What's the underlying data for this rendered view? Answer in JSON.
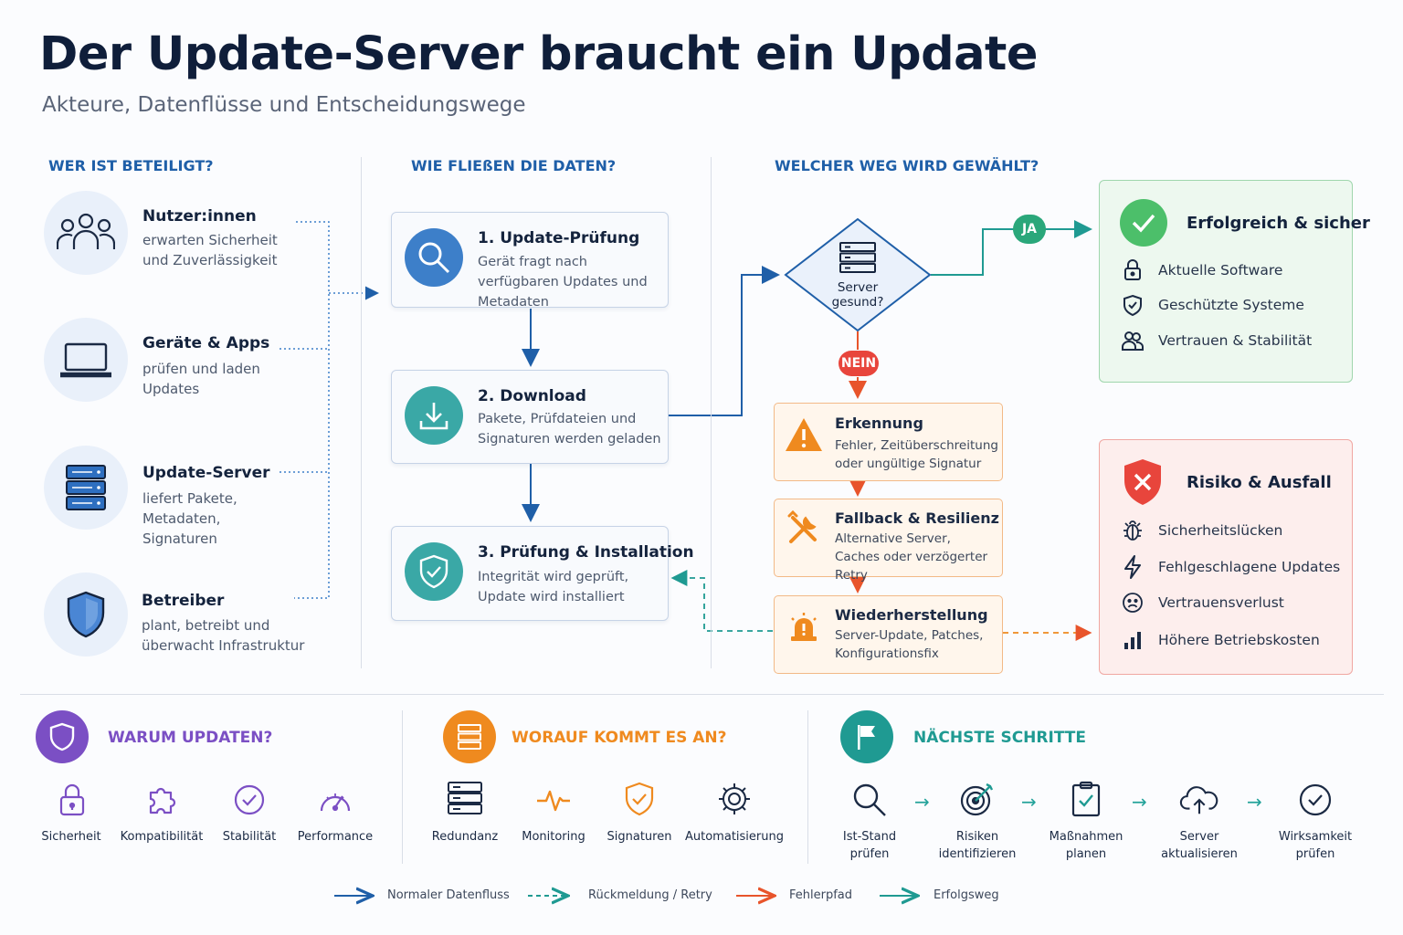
{
  "header": {
    "title": "Der Update-Server braucht ein Update",
    "subtitle": "Akteure, Datenflüsse und Entscheidungswege"
  },
  "columns": {
    "actors_heading": "WER IST BETEILIGT?",
    "flow_heading": "WIE FLIEßEN DIE DATEN?",
    "decision_heading": "WELCHER WEG WIRD GEWÄHLT?"
  },
  "actors": [
    {
      "name": "Nutzer:innen",
      "desc": "erwarten Sicherheit und Zuverlässigkeit",
      "icon": "users-icon"
    },
    {
      "name": "Geräte & Apps",
      "desc": "prüfen und laden Updates",
      "icon": "laptop-icon"
    },
    {
      "name": "Update-Server",
      "desc": "liefert Pakete, Metadaten, Signaturen",
      "icon": "server-icon"
    },
    {
      "name": "Betreiber",
      "desc": "plant, betreibt und überwacht Infrastruktur",
      "icon": "shield-icon"
    }
  ],
  "flow_steps": [
    {
      "title": "1. Update-Prüfung",
      "desc": "Gerät fragt nach verfügbaren Updates und Metadaten",
      "icon": "search-icon",
      "color": "#3d7fc9"
    },
    {
      "title": "2. Download",
      "desc": "Pakete, Prüfdateien und Signaturen werden geladen",
      "icon": "download-icon",
      "color": "#3aa8a6"
    },
    {
      "title": "3. Prüfung & Installation",
      "desc": "Integrität wird geprüft, Update wird installiert",
      "icon": "shield-check-icon",
      "color": "#3aa8a6"
    }
  ],
  "decision": {
    "question": "Server gesund?",
    "yes_label": "JA",
    "no_label": "NEIN"
  },
  "error_steps": [
    {
      "title": "Erkennung",
      "desc": "Fehler, Zeitüberschreitung oder ungültige Signatur",
      "icon": "warning-icon"
    },
    {
      "title": "Fallback & Resilienz",
      "desc": "Alternative Server, Caches oder verzögerter Retry",
      "icon": "tools-icon"
    },
    {
      "title": "Wiederherstellung",
      "desc": "Server-Update, Patches, Konfigurationsfix",
      "icon": "alarm-icon"
    }
  ],
  "success_panel": {
    "title": "Erfolgreich & sicher",
    "items": [
      {
        "label": "Aktuelle Software",
        "icon": "lock-icon"
      },
      {
        "label": "Geschützte Systeme",
        "icon": "shield-check-icon"
      },
      {
        "label": "Vertrauen & Stabilität",
        "icon": "people-icon"
      }
    ]
  },
  "risk_panel": {
    "title": "Risiko & Ausfall",
    "items": [
      {
        "label": "Sicherheitslücken",
        "icon": "bug-icon"
      },
      {
        "label": "Fehlgeschlagene Updates",
        "icon": "lightning-icon"
      },
      {
        "label": "Vertrauensverlust",
        "icon": "sad-face-icon"
      },
      {
        "label": "Höhere Betriebskosten",
        "icon": "bar-chart-icon"
      }
    ]
  },
  "bottom": {
    "why": {
      "title": "WARUM UPDATEN?",
      "color": "#7b4fc4",
      "items": [
        {
          "label": "Sicherheit",
          "icon": "lock-icon"
        },
        {
          "label": "Kompatibilität",
          "icon": "puzzle-icon"
        },
        {
          "label": "Stabilität",
          "icon": "check-circle-icon"
        },
        {
          "label": "Performance",
          "icon": "gauge-icon"
        }
      ]
    },
    "what": {
      "title": "WORAUF KOMMT ES AN?",
      "color": "#ef8a1f",
      "items": [
        {
          "label": "Redundanz",
          "icon": "server-stack-icon"
        },
        {
          "label": "Monitoring",
          "icon": "pulse-icon"
        },
        {
          "label": "Signaturen",
          "icon": "shield-check-icon"
        },
        {
          "label": "Automatisierung",
          "icon": "gear-icon"
        }
      ]
    },
    "next": {
      "title": "NÄCHSTE SCHRITTE",
      "color": "#1f9a92",
      "items": [
        {
          "label": "Ist-Stand prüfen",
          "line1": "Ist-Stand",
          "line2": "prüfen",
          "icon": "search-icon"
        },
        {
          "label": "Risiken identifizieren",
          "line1": "Risiken",
          "line2": "identifizieren",
          "icon": "target-icon"
        },
        {
          "label": "Maßnahmen planen",
          "line1": "Maßnahmen",
          "line2": "planen",
          "icon": "clipboard-icon"
        },
        {
          "label": "Server aktualisieren",
          "line1": "Server",
          "line2": "aktualisieren",
          "icon": "cloud-upload-icon"
        },
        {
          "label": "Wirksamkeit prüfen",
          "line1": "Wirksamkeit",
          "line2": "prüfen",
          "icon": "check-circle-icon"
        }
      ]
    }
  },
  "legend": [
    {
      "label": "Normaler Datenfluss",
      "color": "#1f5fa8",
      "style": "solid"
    },
    {
      "label": "Rückmeldung / Retry",
      "color": "#1f9a92",
      "style": "dashed"
    },
    {
      "label": "Fehlerpfad",
      "color": "#e8542b",
      "style": "solid"
    },
    {
      "label": "Erfolgsweg",
      "color": "#1f9a92",
      "style": "solid"
    }
  ],
  "colors": {
    "flow_blue": "#1f5fa8",
    "teal": "#1f9a92",
    "error_orange": "#e8542b",
    "success_green": "#4cbf6a",
    "risk_red": "#e8453c"
  }
}
